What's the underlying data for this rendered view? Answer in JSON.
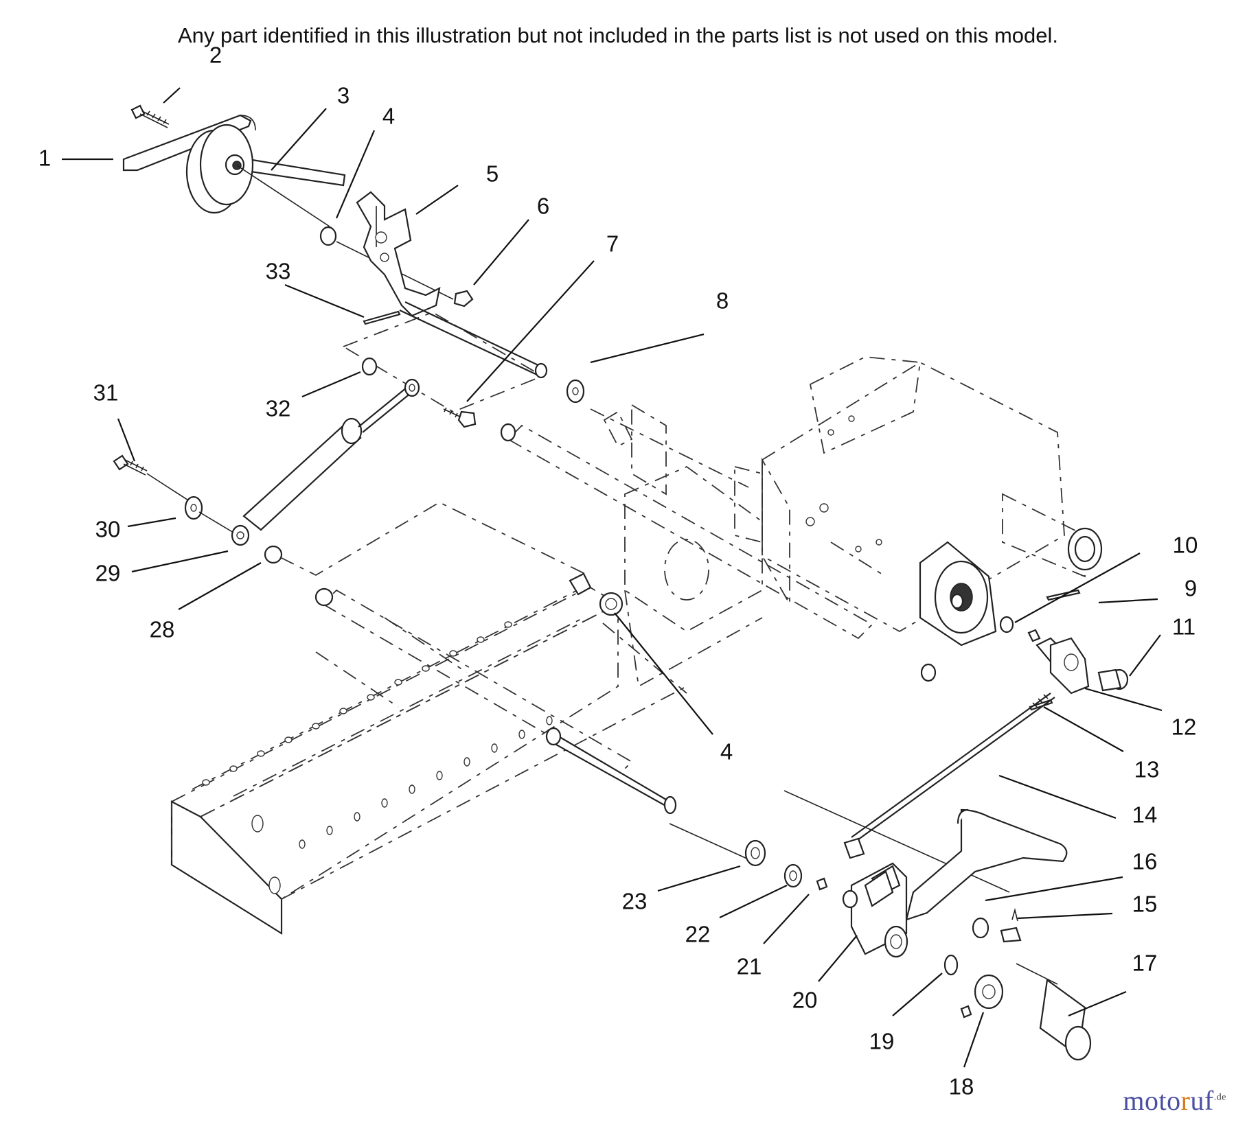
{
  "header": {
    "note": "Any part identified in this illustration but not included in the parts list is not used on this model."
  },
  "callouts": [
    {
      "label": "1"
    },
    {
      "label": "2"
    },
    {
      "label": "3"
    },
    {
      "label": "4"
    },
    {
      "label": "5"
    },
    {
      "label": "6"
    },
    {
      "label": "7"
    },
    {
      "label": "33"
    },
    {
      "label": "8"
    },
    {
      "label": "32"
    },
    {
      "label": "31"
    },
    {
      "label": "30"
    },
    {
      "label": "29"
    },
    {
      "label": "28"
    },
    {
      "label": "4"
    },
    {
      "label": "10"
    },
    {
      "label": "9"
    },
    {
      "label": "11"
    },
    {
      "label": "12"
    },
    {
      "label": "13"
    },
    {
      "label": "14"
    },
    {
      "label": "16"
    },
    {
      "label": "15"
    },
    {
      "label": "23"
    },
    {
      "label": "22"
    },
    {
      "label": "21"
    },
    {
      "label": "20"
    },
    {
      "label": "19"
    },
    {
      "label": "17"
    },
    {
      "label": "18"
    }
  ],
  "watermark": {
    "part1": "moto",
    "part2": "r",
    "part3": "uf",
    "tld": ".de"
  },
  "colors": {
    "line": "#222222",
    "watermark_blue": "#4a4fa0",
    "watermark_orange": "#d77a1e"
  }
}
